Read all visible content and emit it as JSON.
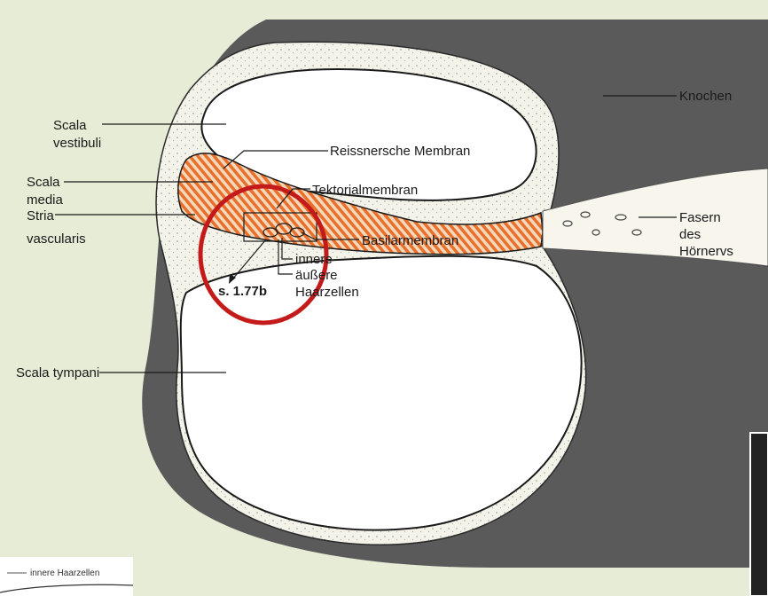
{
  "labels": {
    "scala_vestibuli_1": "Scala",
    "scala_vestibuli_2": "vestibuli",
    "scala_media_1": "Scala",
    "scala_media_2": "media",
    "stria_1": "Stria",
    "stria_2": "vascularis",
    "scala_tympani": "Scala tympani",
    "reissner": "Reissnersche Membran",
    "tektorial": "Tektorialmembran",
    "basilar": "Basilarmembran",
    "innere": "innere",
    "aeussere": "äußere",
    "haarzellen": "Haarzellen",
    "ref": "s. 1.77b",
    "knochen": "Knochen",
    "fasern_1": "Fasern",
    "fasern_2": "des",
    "fasern_3": "Hörnervs",
    "inset_label": "innere Haarzellen"
  },
  "colors": {
    "page_bg": "#e7ecd7",
    "bone": "#5a5a5a",
    "membrane_stripe": "#e8702a",
    "highlight_circle": "#c41a1a"
  }
}
